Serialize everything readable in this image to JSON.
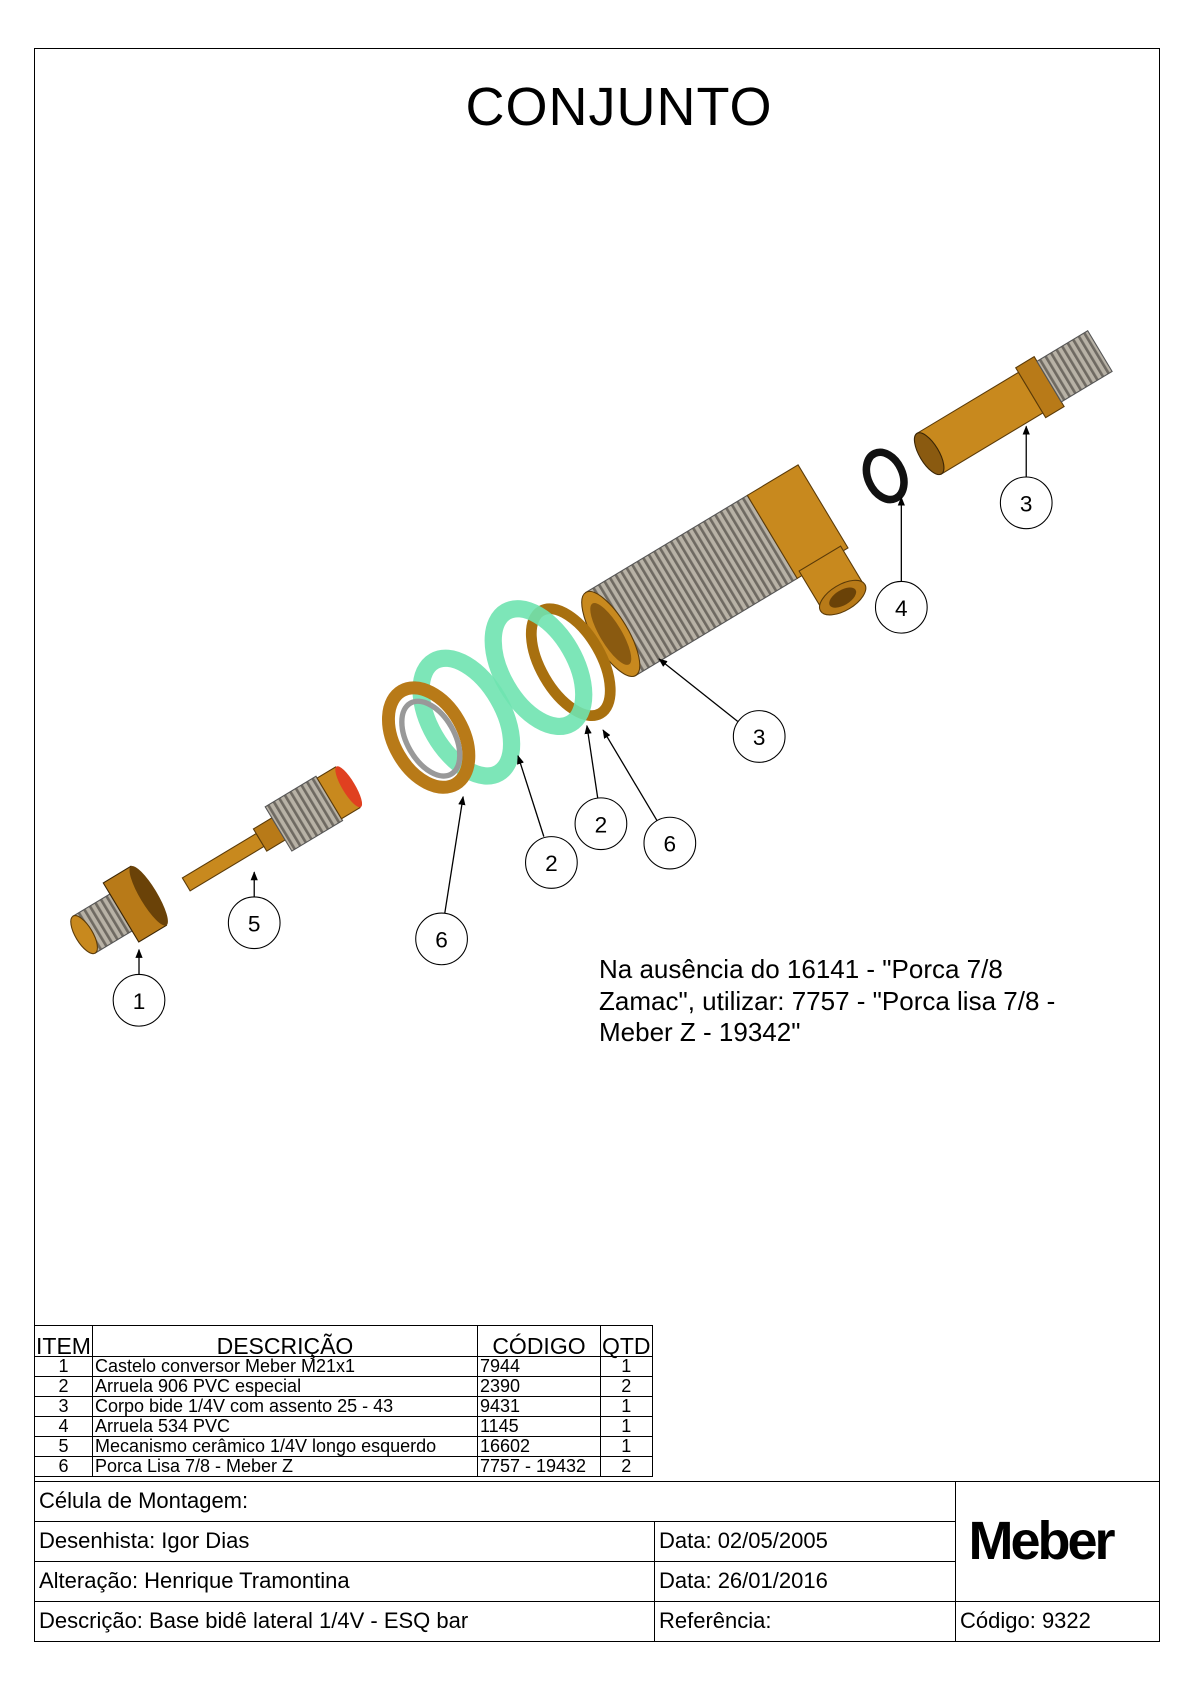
{
  "title": "CONJUNTO",
  "balloons": [
    "3",
    "4",
    "3",
    "2",
    "6",
    "2",
    "5",
    "6",
    "1"
  ],
  "note_lines": [
    "Na ausência do 16141 - \"Porca 7/8",
    "Zamac\", utilizar: 7757 - \"Porca lisa 7/8 -",
    "Meber Z - 19342\""
  ],
  "bom": {
    "headers": {
      "item": "ITEM",
      "descricao": "DESCRIÇÃO",
      "codigo": "CÓDIGO",
      "qtd": "QTD"
    },
    "rows": [
      {
        "item": "1",
        "descricao": "Castelo conversor Meber M21x1",
        "codigo": "7944",
        "qtd": "1"
      },
      {
        "item": "2",
        "descricao": "Arruela 906 PVC especial",
        "codigo": "2390",
        "qtd": "2"
      },
      {
        "item": "3",
        "descricao": "Corpo bide 1/4V com assento 25 - 43",
        "codigo": "9431",
        "qtd": "1"
      },
      {
        "item": "4",
        "descricao": "Arruela 534 PVC",
        "codigo": "1145",
        "qtd": "1"
      },
      {
        "item": "5",
        "descricao": "Mecanismo cerâmico 1/4V longo esquerdo",
        "codigo": "16602",
        "qtd": "1"
      },
      {
        "item": "6",
        "descricao": "Porca  Lisa 7/8 -  Meber  Z",
        "codigo": "7757 - 19432",
        "qtd": "2"
      }
    ]
  },
  "title_block": {
    "celula": "Célula de Montagem:",
    "desenhista": "Desenhista: Igor Dias",
    "data1": "Data: 02/05/2005",
    "alteracao": "Alteração: Henrique Tramontina",
    "data2": "Data: 26/01/2016",
    "descricao": "Descrição: Base bidê lateral 1/4V - ESQ bar",
    "referencia": "Referência:",
    "codigo": "Código: 9322",
    "logo": "Meber"
  },
  "colors": {
    "brass": "#c8891e",
    "brass_dark": "#8a5a10",
    "thread": "#a8a39a",
    "pvc": "#6fe3b0",
    "red": "#e04020"
  }
}
